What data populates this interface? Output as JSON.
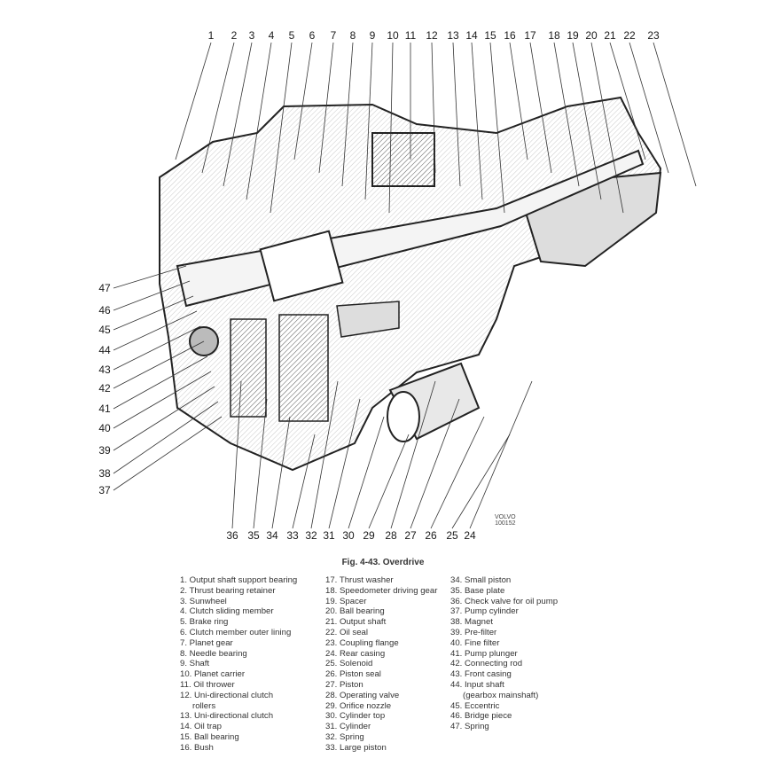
{
  "figure": {
    "caption": "Fig. 4-43.  Overdrive",
    "stamp": [
      "VOLVO",
      "100152"
    ],
    "callouts_top": [
      "1",
      "2",
      "3",
      "4",
      "5",
      "6",
      "7",
      "8",
      "9",
      "10",
      "11",
      "12",
      "13",
      "14",
      "15",
      "16",
      "17",
      "18",
      "19",
      "20",
      "21",
      "22",
      "23"
    ],
    "callouts_bottom": [
      "36",
      "35",
      "34",
      "33",
      "32",
      "31",
      "30",
      "29",
      "28",
      "27",
      "26",
      "25",
      "24"
    ],
    "callouts_left": [
      "47",
      "46",
      "45",
      "44",
      "43",
      "42",
      "41",
      "40",
      "39",
      "38",
      "37"
    ]
  },
  "legend": {
    "columns": [
      [
        "1. Output shaft support bearing",
        "2. Thrust bearing retainer",
        "3. Sunwheel",
        "4. Clutch sliding member",
        "5. Brake ring",
        "6. Clutch member outer lining",
        "7. Planet gear",
        "8. Needle bearing",
        "9. Shaft",
        "10. Planet carrier",
        "11. Oil thrower",
        "12. Uni-directional clutch",
        "    rollers",
        "13. Uni-directional clutch",
        "14. Oil trap",
        "15. Ball bearing",
        "16. Bush"
      ],
      [
        "17. Thrust washer",
        "18. Speedometer driving gear",
        "19. Spacer",
        "20. Ball bearing",
        "21. Output shaft",
        "22. Oil seal",
        "23. Coupling flange",
        "24. Rear casing",
        "25. Solenoid",
        "26. Piston seal",
        "27. Piston",
        "28. Operating valve",
        "29. Orifice nozzle",
        "30. Cylinder top",
        "31. Cylinder",
        "32. Spring",
        "33. Large piston"
      ],
      [
        "34. Small piston",
        "35. Base plate",
        "36. Check valve for oil pump",
        "37. Pump cylinder",
        "38. Magnet",
        "39. Pre-filter",
        "40. Fine filter",
        "41. Pump plunger",
        "42. Connecting rod",
        "43. Front casing",
        "44. Input shaft",
        "    (gearbox mainshaft)",
        "45. Eccentric",
        "46. Bridge piece",
        "47. Spring"
      ]
    ]
  }
}
